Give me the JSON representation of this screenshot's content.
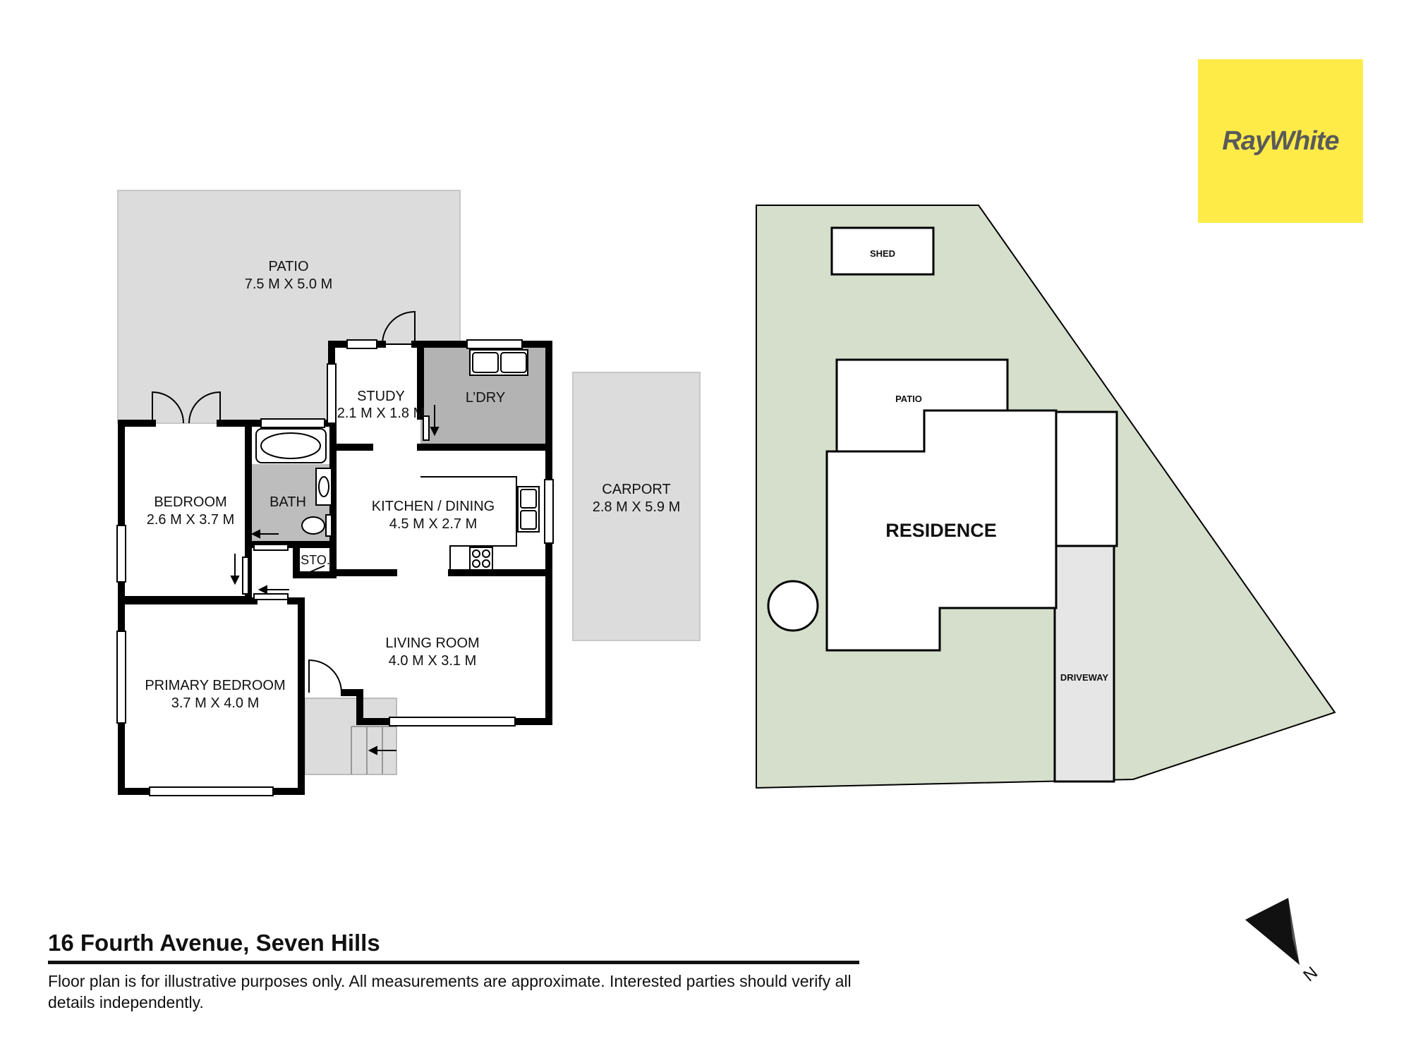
{
  "floor_plan": {
    "rooms": {
      "patio": {
        "name": "PATIO",
        "size": "7.5 M X 5.0 M"
      },
      "study": {
        "name": "STUDY",
        "size": "2.1 M X 1.8 M"
      },
      "laundry": {
        "name": "L’DRY"
      },
      "bedroom": {
        "name": "BEDROOM",
        "size": "2.6 M X 3.7 M"
      },
      "bath": {
        "name": "BATH"
      },
      "kitchen": {
        "name": "KITCHEN / DINING",
        "size": "4.5 M X 2.7 M"
      },
      "storage": {
        "name": "STO."
      },
      "carport": {
        "name": "CARPORT",
        "size": "2.8 M X 5.9 M"
      },
      "living": {
        "name": "LIVING ROOM",
        "size": "4.0 M X 3.1 M"
      },
      "primary_bedroom": {
        "name": "PRIMARY BEDROOM",
        "size": "3.7 M X 4.0 M"
      }
    }
  },
  "site_plan": {
    "shed": "SHED",
    "patio": "PATIO",
    "residence": "RESIDENCE",
    "driveway": "DRIVEWAY"
  },
  "compass": {
    "label": "N",
    "icon": "north-arrow-icon"
  },
  "logo": {
    "text": "RayWhite",
    "bg_color": "#FFEB48",
    "text_color": "#5a5a5a"
  },
  "footer": {
    "address": "16 Fourth Avenue, Seven Hills",
    "disclaimer": "Floor plan is for illustrative purposes only. All measurements are approximate. Interested parties should verify all details independently."
  },
  "colors": {
    "patio_fill": "#dcdcdc",
    "laundry_fill": "#b3b3b3",
    "site_fill": "#d5dfcc",
    "wall": "#000000"
  }
}
